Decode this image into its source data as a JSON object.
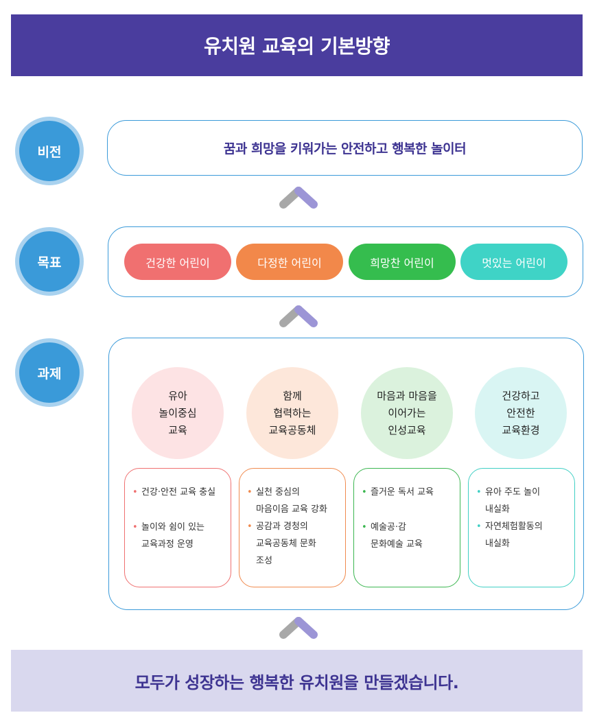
{
  "title": "유치원 교육의 기본방향",
  "labels": {
    "vision": "비전",
    "goal": "목표",
    "task": "과제"
  },
  "vision_text": "꿈과 희망을 키워가는 안전하고 행복한 놀이터",
  "goals": [
    {
      "label": "건강한 어린이",
      "color": "#f07070"
    },
    {
      "label": "다정한 어린이",
      "color": "#f2884a"
    },
    {
      "label": "희망찬 어린이",
      "color": "#35bd4e"
    },
    {
      "label": "멋있는 어린이",
      "color": "#3fd3c6"
    }
  ],
  "tasks": [
    {
      "circle_lines": [
        "유아",
        "놀이중심",
        "교육"
      ],
      "circle_color": "#fde3e4",
      "accent": "#ef7070",
      "items": [
        [
          "건강·안전 교육 충실"
        ],
        [
          "놀이와 쉼이 있는",
          "교육과정 운영"
        ]
      ],
      "spaced": true
    },
    {
      "circle_lines": [
        "함께",
        "협력하는",
        "교육공동체"
      ],
      "circle_color": "#fde7da",
      "accent": "#f08a4d",
      "items": [
        [
          "실천 중심의",
          "마음이음 교육 강화"
        ],
        [
          "공감과 경청의",
          "교육공동체 문화",
          "조성"
        ]
      ],
      "spaced": false
    },
    {
      "circle_lines": [
        "마음과 마음을",
        "이어가는",
        "인성교육"
      ],
      "circle_color": "#dbf2dd",
      "accent": "#3bb650",
      "items": [
        [
          "즐거운 독서 교육"
        ],
        [
          "예술공·감",
          "문화예술 교육"
        ]
      ],
      "spaced": true
    },
    {
      "circle_lines": [
        "건강하고",
        "안전한",
        "교육환경"
      ],
      "circle_color": "#d9f5f3",
      "accent": "#3fcfc4",
      "items": [
        [
          "유아 주도 놀이",
          "내실화"
        ],
        [
          "자연체험활동의",
          "내실화"
        ]
      ],
      "spaced": false
    }
  ],
  "bullet_symbol": "•",
  "arrow_colors": {
    "left": "#a8a8a8",
    "right": "#9c95d6"
  },
  "bottom_text": "모두가 성장하는 행복한 유치원을 만들겠습니다."
}
